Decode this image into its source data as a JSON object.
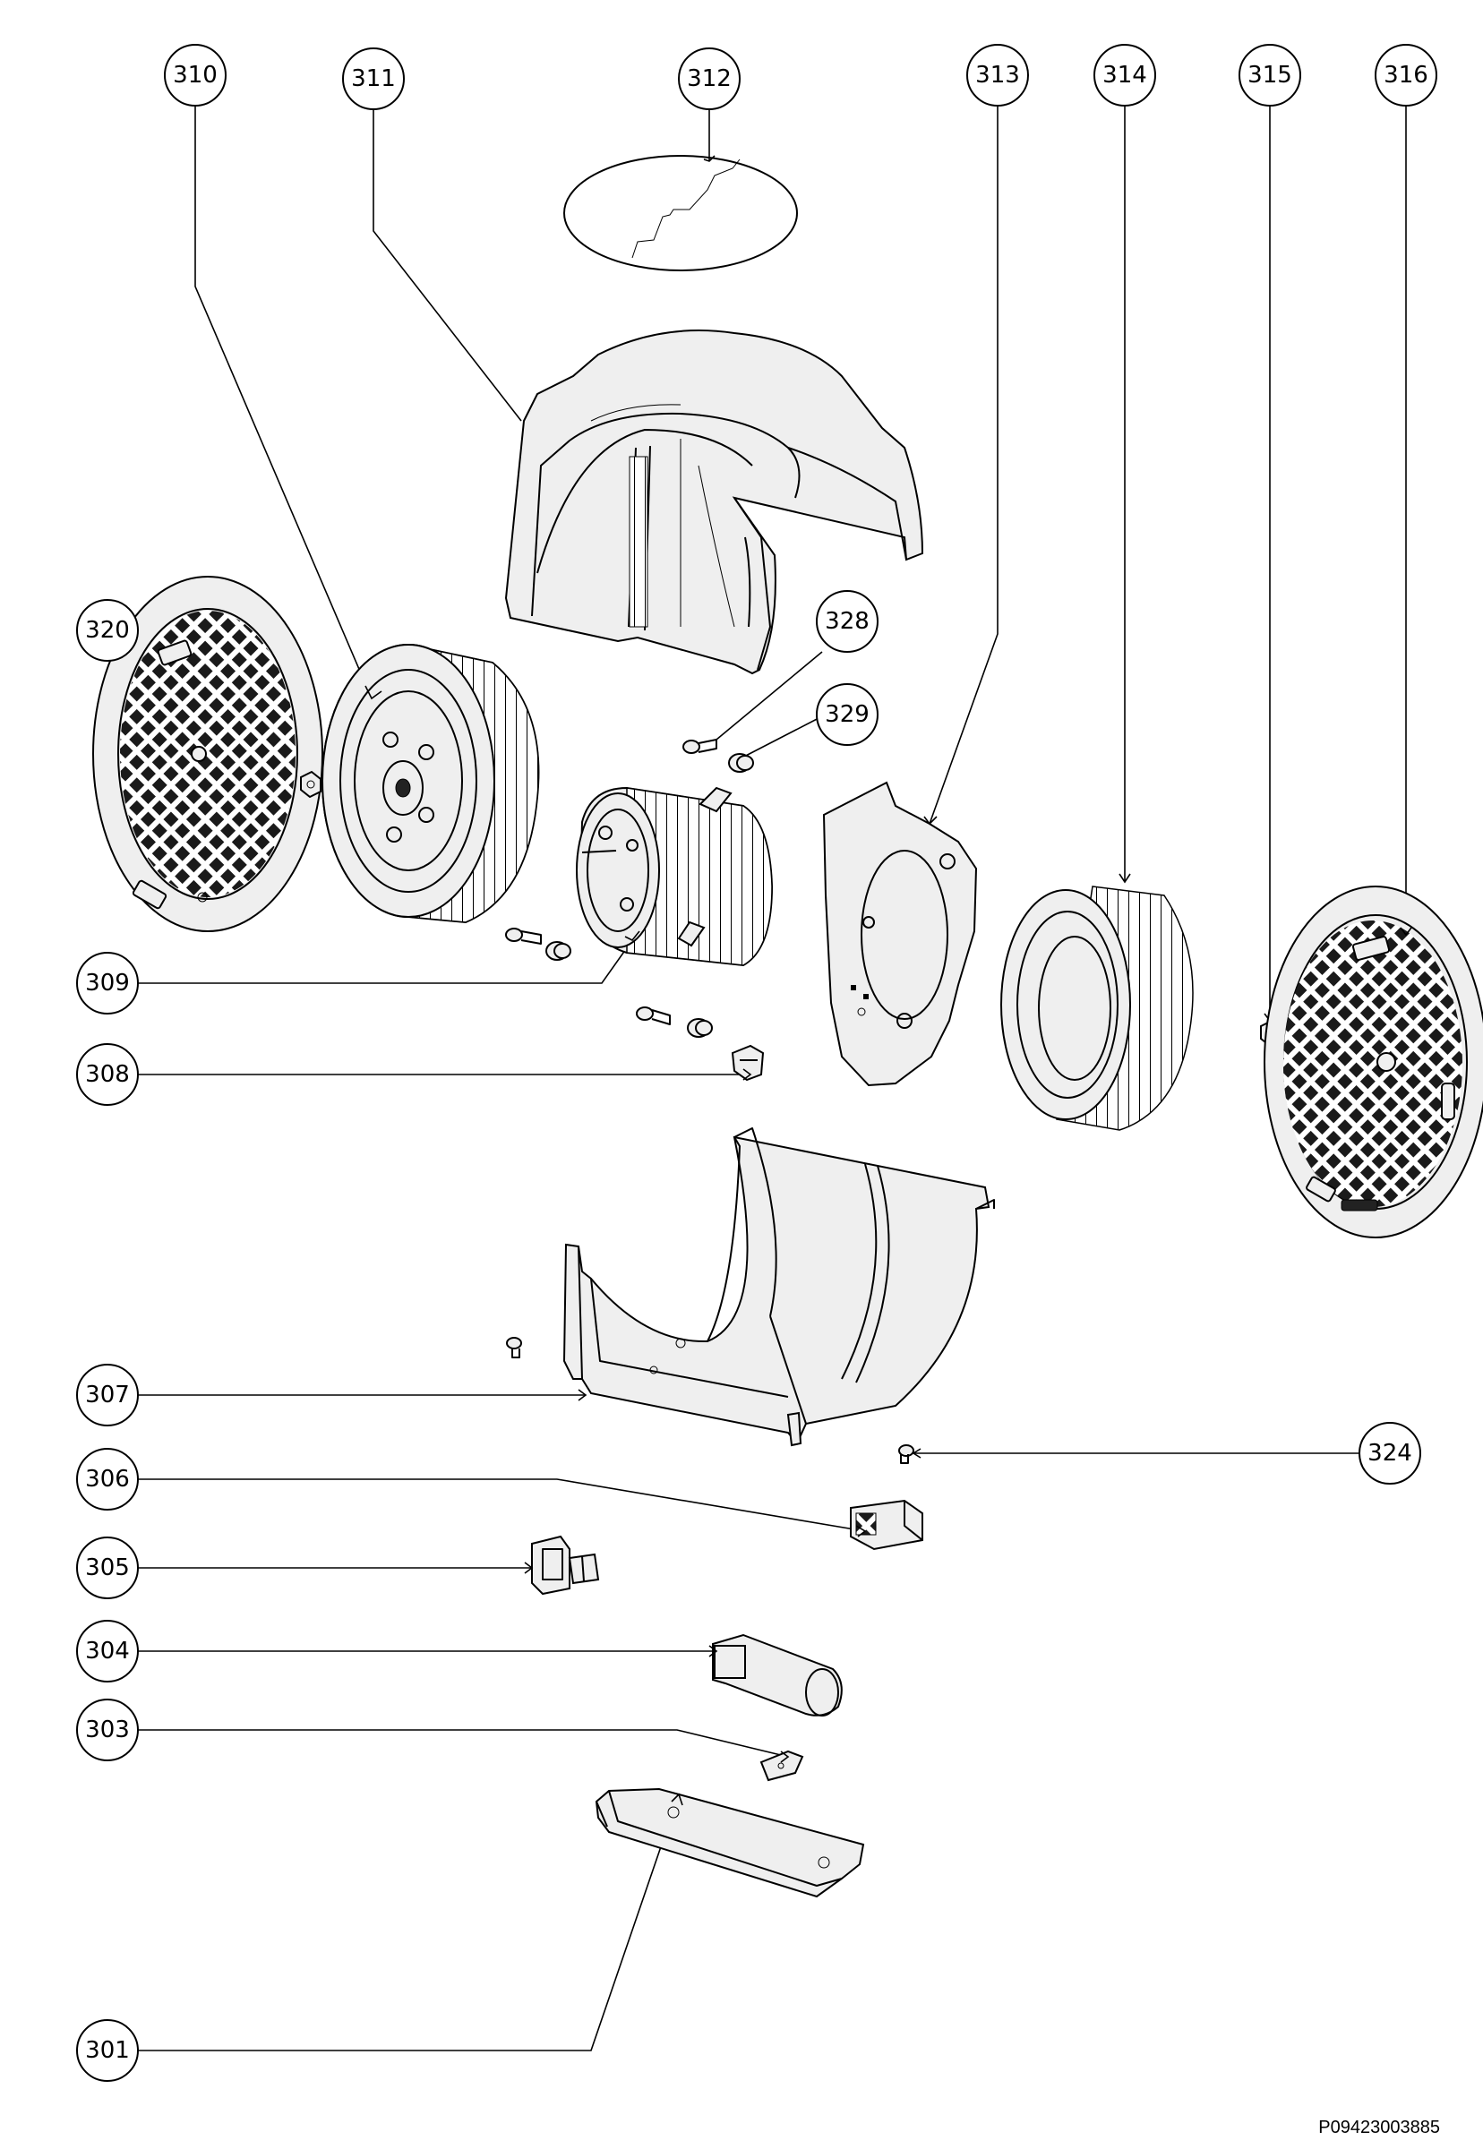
{
  "callouts": [
    {
      "id": "c310",
      "label": "310"
    },
    {
      "id": "c311",
      "label": "311"
    },
    {
      "id": "c312",
      "label": "312"
    },
    {
      "id": "c313",
      "label": "313"
    },
    {
      "id": "c314",
      "label": "314"
    },
    {
      "id": "c315",
      "label": "315"
    },
    {
      "id": "c316",
      "label": "316"
    },
    {
      "id": "c320",
      "label": "320"
    },
    {
      "id": "c328",
      "label": "328"
    },
    {
      "id": "c329",
      "label": "329"
    },
    {
      "id": "c309",
      "label": "309"
    },
    {
      "id": "c308",
      "label": "308"
    },
    {
      "id": "c307",
      "label": "307"
    },
    {
      "id": "c324",
      "label": "324"
    },
    {
      "id": "c306",
      "label": "306"
    },
    {
      "id": "c305",
      "label": "305"
    },
    {
      "id": "c304",
      "label": "304"
    },
    {
      "id": "c303",
      "label": "303"
    },
    {
      "id": "c301",
      "label": "301"
    }
  ],
  "reference_code": "P09423003885",
  "colors": {
    "line": "#000000",
    "background": "#ffffff",
    "shade": "#efefef"
  }
}
